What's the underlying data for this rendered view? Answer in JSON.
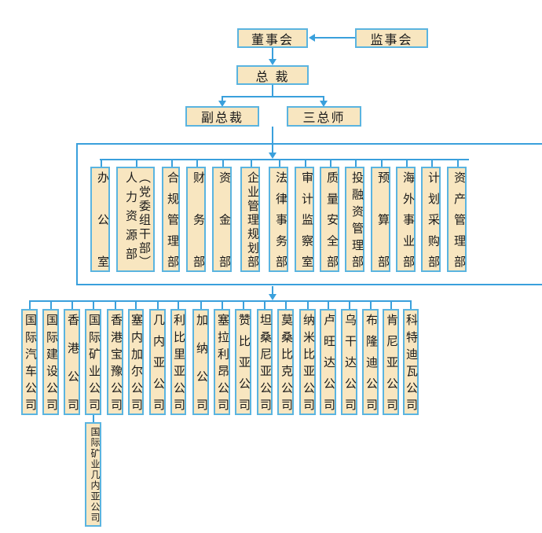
{
  "top": {
    "board": "董事会",
    "supervisory_board": "监事会",
    "president": "总 裁",
    "vice_president": "副总裁",
    "chief_engineers": "三总师"
  },
  "departments": [
    {
      "label": "办公室"
    },
    {
      "label": "人力资源部",
      "note": "（党委组干部）"
    },
    {
      "label": "合规管理部"
    },
    {
      "label": "财务部"
    },
    {
      "label": "资金部"
    },
    {
      "label": "企业管理规划部"
    },
    {
      "label": "法律事务部"
    },
    {
      "label": "审计监察室"
    },
    {
      "label": "质量安全部"
    },
    {
      "label": "投融资管理部"
    },
    {
      "label": "预算部"
    },
    {
      "label": "海外事业部"
    },
    {
      "label": "计划采购部"
    },
    {
      "label": "资产管理部"
    }
  ],
  "subsidiaries": [
    {
      "label": "国际汽车公司"
    },
    {
      "label": "国际建设公司"
    },
    {
      "label": "香港公司"
    },
    {
      "label": "国际矿业公司",
      "child": "国际矿业几内亚公司"
    },
    {
      "label": "香港宝豫公司"
    },
    {
      "label": "塞内加尔公司"
    },
    {
      "label": "几内亚公司"
    },
    {
      "label": "利比里亚公司"
    },
    {
      "label": "加纳公司"
    },
    {
      "label": "塞拉利昂公司"
    },
    {
      "label": "赞比亚公司"
    },
    {
      "label": "坦桑尼亚公司"
    },
    {
      "label": "莫桑比克公司"
    },
    {
      "label": "纳米比亚公司"
    },
    {
      "label": "卢旺达公司"
    },
    {
      "label": "乌干达公司"
    },
    {
      "label": "布隆迪公司"
    },
    {
      "label": "肯尼亚公司"
    },
    {
      "label": "科特迪瓦公司"
    }
  ],
  "colors": {
    "box_fill": "#f8e6c0",
    "box_border": "#5ab4e0",
    "connector": "#3aa0dc"
  }
}
